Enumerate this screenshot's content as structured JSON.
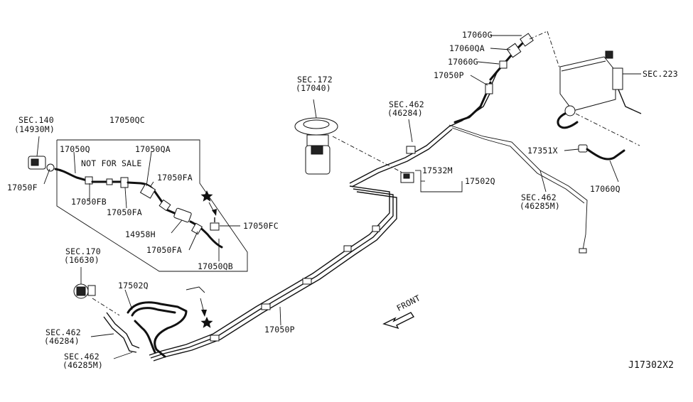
{
  "diagram": {
    "drawing_code": "J17302X2",
    "front_label": "FRONT",
    "labels": {
      "sec140": "SEC.140",
      "sec140_sub": "(14930M)",
      "p17050F": "17050F",
      "p17050QC": "17050QC",
      "p17050Q": "17050Q",
      "p17050QA": "17050QA",
      "not_for_sale": "NOT FOR SALE",
      "p17050FA_a": "17050FA",
      "p17050FB": "17050FB",
      "p17050FA_b": "17050FA",
      "p17050FC": "17050FC",
      "p14958H": "14958H",
      "p17050FA_c": "17050FA",
      "p17050QB": "17050QB",
      "sec172": "SEC.172",
      "sec172_sub": "(17040)",
      "sec462_top": "SEC.462",
      "sec462_top_sub": "(46284)",
      "p17060G_a": "17060G",
      "p17060QA": "17060QA",
      "p17060G_b": "17060G",
      "p17050P_top": "17050P",
      "sec223": "SEC.223",
      "p17532M": "17532M",
      "p17502Q_right": "17502Q",
      "p17351X": "17351X",
      "p17060Q": "17060Q",
      "sec462_right": "SEC.462",
      "sec462_right_sub": "(46285M)",
      "sec170": "SEC.170",
      "sec170_sub": "(16630)",
      "p17502Q_left": "17502Q",
      "sec462_bl1": "SEC.462",
      "sec462_bl1_sub": "(46284)",
      "sec462_bl2": "SEC.462",
      "sec462_bl2_sub": "(46285M)",
      "p17050P_bottom": "17050P"
    }
  }
}
